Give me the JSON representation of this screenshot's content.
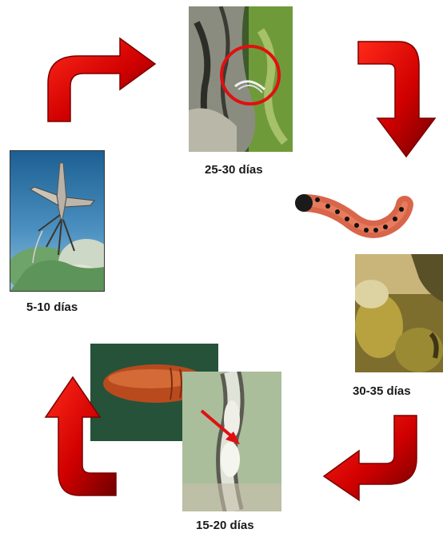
{
  "cycle": {
    "stages": [
      {
        "id": "adult",
        "label": "5-10 días"
      },
      {
        "id": "egg",
        "label": "25-30 días"
      },
      {
        "id": "larva",
        "label": "30-35 días"
      },
      {
        "id": "pupa",
        "label": "15-20 días"
      }
    ]
  },
  "colors": {
    "arrow_red": "#e00000",
    "arrow_dark": "#7a0000",
    "highlight_circle": "#e01010",
    "larva_body": "#d9664a",
    "pupa_body": "#b84a1e"
  },
  "icons": [
    "cycle-arrow-icon",
    "highlight-circle-icon",
    "pointer-arrow-icon"
  ]
}
